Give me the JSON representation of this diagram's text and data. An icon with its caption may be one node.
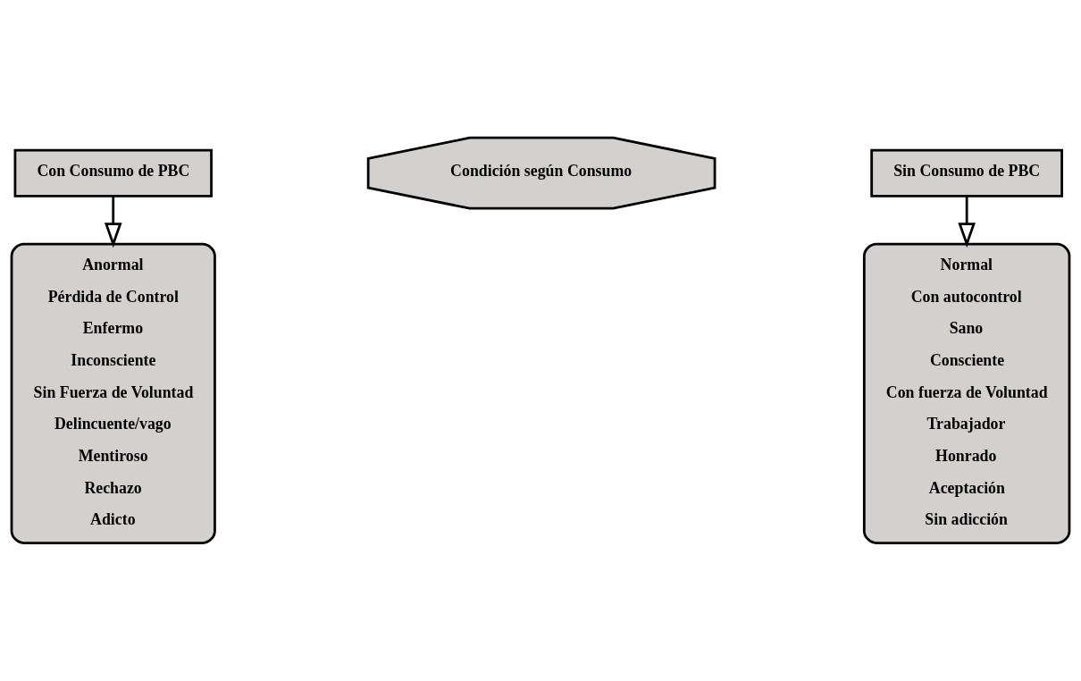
{
  "diagram": {
    "nodes": [
      {
        "text": [
          "Con Consumo de PBC"
        ]
      },
      {
        "text": [
          "Condición según Consumo"
        ]
      },
      {
        "text": [
          "Sin Consumo de PBC"
        ]
      },
      {
        "text": [
          "Anormal",
          "Pérdida de Control",
          "Enfermo",
          "Inconsciente",
          "Sin Fuerza de Voluntad",
          "Delincuente/vago",
          "Mentiroso",
          "Rechazo",
          "Adicto"
        ]
      },
      {
        "text": [
          "Normal",
          "Con autocontrol",
          "Sano",
          "Consciente",
          "Con fuerza de Voluntad",
          "Trabajador",
          "Honrado",
          "Aceptación",
          "Sin adicción"
        ]
      }
    ],
    "edges": [
      {
        "from": 0,
        "to": 3,
        "arrow": "to"
      },
      {
        "from": 2,
        "to": 4,
        "arrow": "to"
      }
    ]
  }
}
